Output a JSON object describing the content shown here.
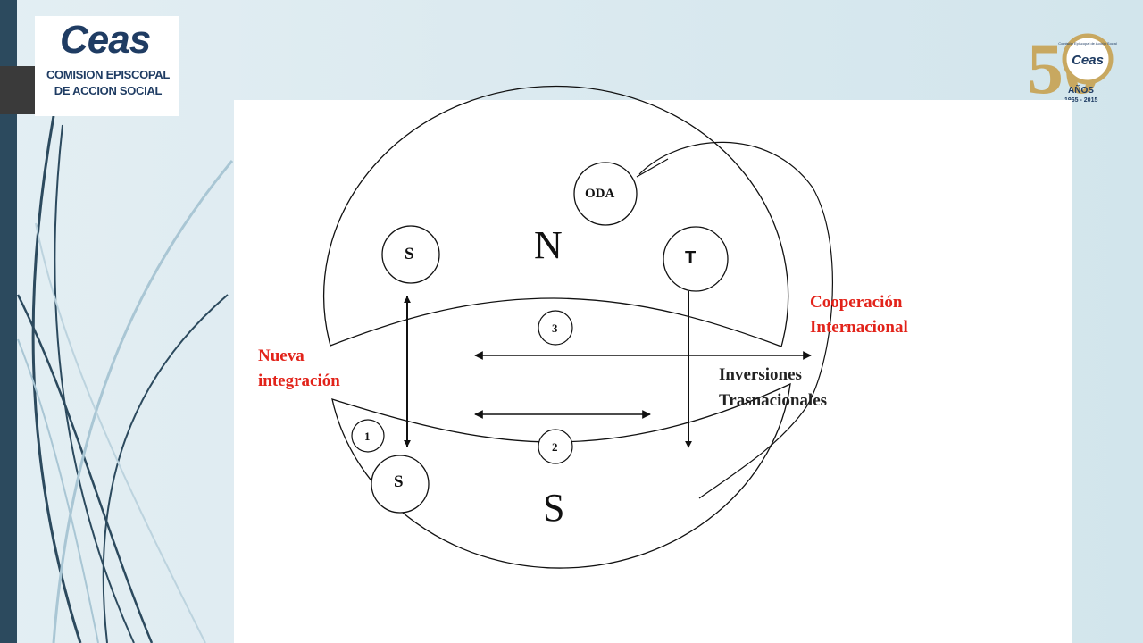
{
  "logo": {
    "word": "Ceas",
    "line1": "COMISION EPISCOPAL",
    "line2": "DE ACCION SOCIAL"
  },
  "anniversary_logo": {
    "number": "50",
    "word": "Ceas",
    "anos": "AÑOS",
    "years": "1965 - 2015",
    "ring_text": "Comisión Episcopal de Acción Social"
  },
  "diagram": {
    "north_label": "N",
    "south_label": "S",
    "oda_label": "ODA",
    "t_label": "T",
    "s_top_label": "S",
    "s_bottom_label": "S",
    "num_3": "3",
    "num_2": "2",
    "num_1": "1",
    "cooperacion_line1": "Cooperación",
    "cooperacion_line2": "Internacional",
    "nueva_line1": "Nueva",
    "nueva_line2": "integración",
    "inversiones_line1": "Inversiones",
    "inversiones_line2": "Trasnacionales"
  },
  "colors": {
    "accent_red": "#e2231a",
    "brand_navy": "#1f3c63",
    "gold": "#c8a860"
  }
}
